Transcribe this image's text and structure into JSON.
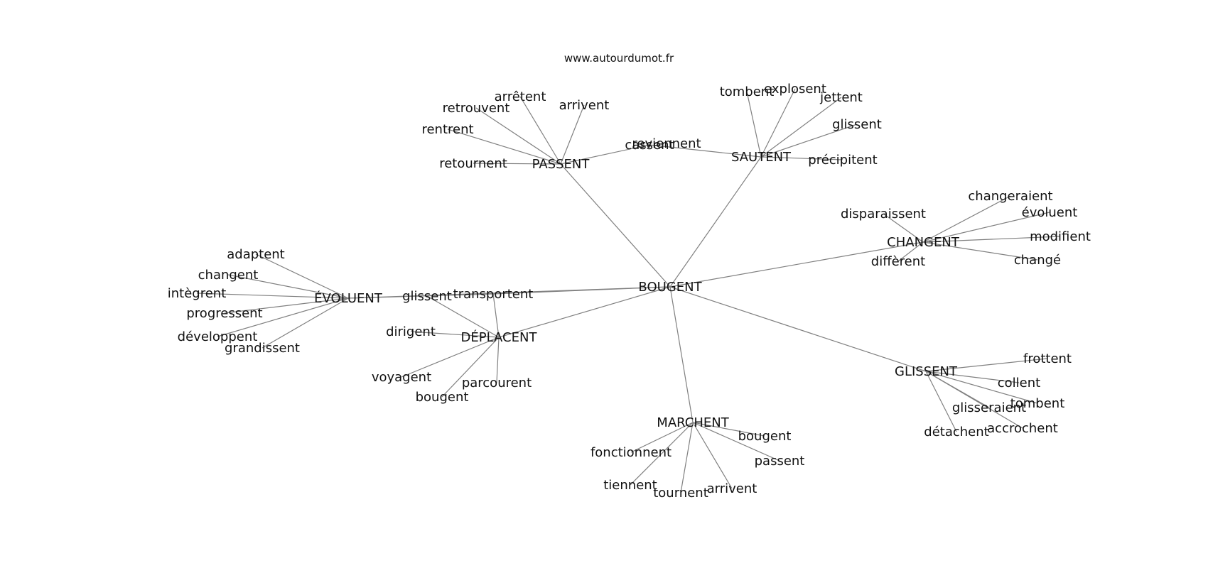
{
  "site": "www.autourdumot.fr",
  "center": "BOUGENT",
  "hubs": [
    {
      "word": "PASSENT",
      "leaves": [
        "arrêtent",
        "retrouvent",
        "arrivent",
        "rentrent",
        "retournent"
      ]
    },
    {
      "word": "SAUTENT",
      "leaves": [
        "tombent",
        "explosent",
        "jettent",
        "glissent",
        "précipitent"
      ]
    },
    {
      "word": "CHANGENT",
      "leaves": [
        "changeraient",
        "disparaissent",
        "évoluent",
        "modifient",
        "diffèrent",
        "changé"
      ]
    },
    {
      "word": "GLISSENT",
      "leaves": [
        "frottent",
        "collent",
        "glisseraient",
        "tombent",
        "accrochent",
        "détachent"
      ]
    },
    {
      "word": "MARCHENT",
      "leaves": [
        "bougent",
        "fonctionnent",
        "passent",
        "tiennent",
        "tournent",
        "arrivent"
      ]
    },
    {
      "word": "DÉPLACENT",
      "leaves": [
        "glissent",
        "transportent",
        "dirigent",
        "voyagent",
        "parcourent",
        "bougent"
      ]
    },
    {
      "word": "ÉVOLUENT",
      "leaves": [
        "adaptent",
        "changent",
        "intègrent",
        "progressent",
        "développent",
        "grandissent"
      ]
    }
  ],
  "bridges": [
    {
      "between": [
        "PASSENT",
        "SAUTENT"
      ],
      "words": [
        "cassent",
        "reviennent"
      ]
    }
  ],
  "links": [
    [
      "BOUGENT",
      "transportent"
    ],
    [
      "transportent",
      "ÉVOLUENT"
    ]
  ]
}
